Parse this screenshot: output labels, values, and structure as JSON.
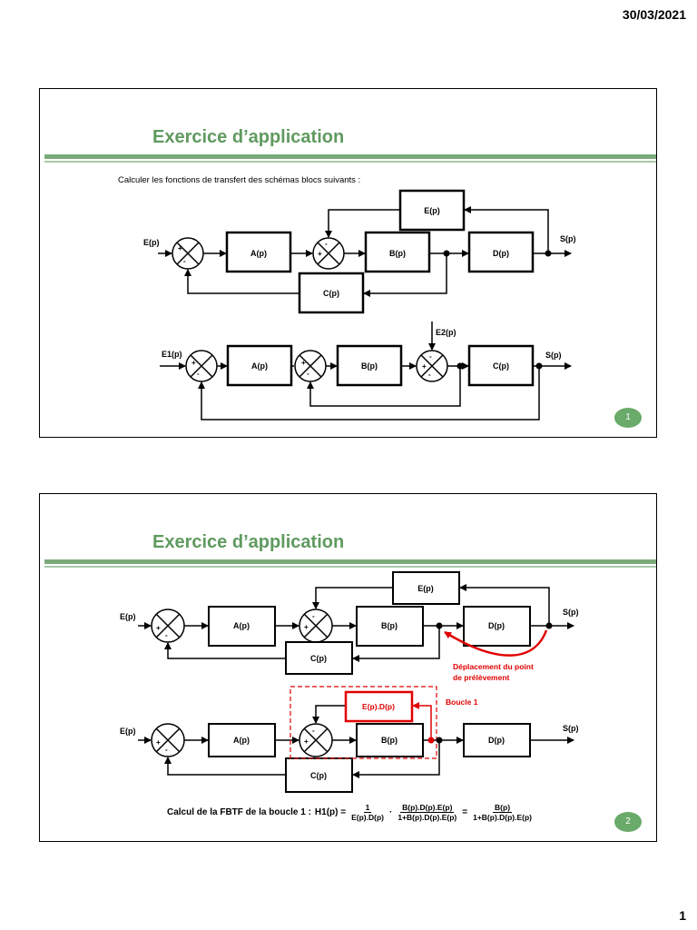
{
  "header": {
    "date": "30/03/2021"
  },
  "footer": {
    "page_number": "1"
  },
  "slide1": {
    "title": "Exercice d’application",
    "instruction": "Calculer les fonctions de transfert des schémas blocs suivants :",
    "badge": "1",
    "d1": {
      "E": "E(p)",
      "A": "A(p)",
      "B": "B(p)",
      "C": "C(p)",
      "D": "D(p)",
      "Eb": "E(p)",
      "S": "S(p)"
    },
    "d2": {
      "E1": "E1(p)",
      "E2": "E2(p)",
      "A": "A(p)",
      "B": "B(p)",
      "C": "C(p)",
      "S": "S(p)"
    }
  },
  "slide2": {
    "title": "Exercice d’application",
    "badge": "2",
    "d1": {
      "E": "E(p)",
      "A": "A(p)",
      "B": "B(p)",
      "C": "C(p)",
      "D": "D(p)",
      "Eb": "E(p)",
      "S": "S(p)",
      "note": "Déplacement du point de prélèvement"
    },
    "d2": {
      "E": "E(p)",
      "A": "A(p)",
      "B": "B(p)",
      "C": "C(p)",
      "D": "D(p)",
      "ED": "E(p).D(p)",
      "S": "S(p)",
      "loop": "Boucle 1"
    },
    "formula": {
      "lead": "Calcul de la FBTF de la boucle 1 :",
      "lhs": "H1(p) =",
      "f1_num": "1",
      "f1_den": "E(p).D(p)",
      "f2_num": "B(p).D(p).E(p)",
      "f2_den": "1+B(p).D(p).E(p)",
      "f3_num": "B(p)",
      "f3_den": "1+B(p).D(p).E(p)"
    }
  }
}
